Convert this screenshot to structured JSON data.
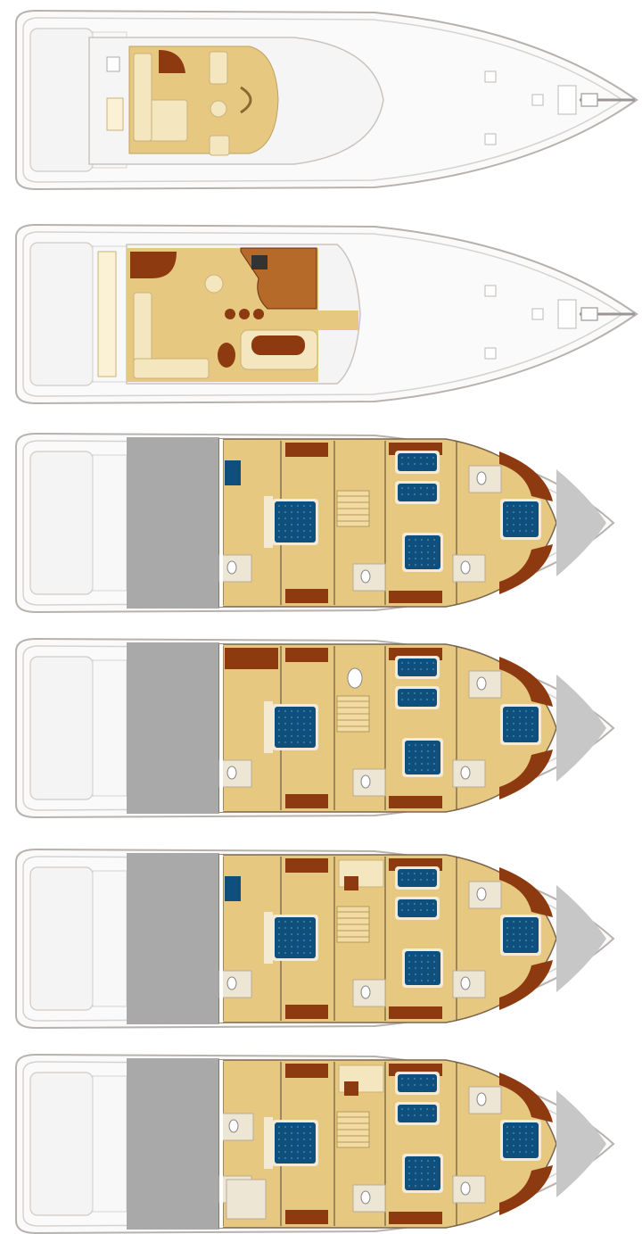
{
  "colors": {
    "hull_fill": "#fafafa",
    "hull_stroke": "#b8b2ae",
    "rail_stroke": "#d6d2cf",
    "deck_grey": "#a9a9a9",
    "floor": "#e7c880",
    "floor_light": "#f1dba2",
    "wood": "#8e3a10",
    "wood_light": "#b56a2a",
    "bunk": "#0e4f7d",
    "bunk_dots": "#5b8fb3",
    "sofa": "#f4e6bf",
    "head_tile": "#ede6d4"
  },
  "decks": [
    {
      "id": "flybridge",
      "kind": "upper"
    },
    {
      "id": "main-deck",
      "kind": "main"
    },
    {
      "id": "lower-deck-layout-1",
      "kind": "lower",
      "variant": 1
    },
    {
      "id": "lower-deck-layout-2",
      "kind": "lower",
      "variant": 2
    },
    {
      "id": "lower-deck-layout-3",
      "kind": "lower",
      "variant": 3
    },
    {
      "id": "lower-deck-layout-4",
      "kind": "lower",
      "variant": 4
    }
  ]
}
